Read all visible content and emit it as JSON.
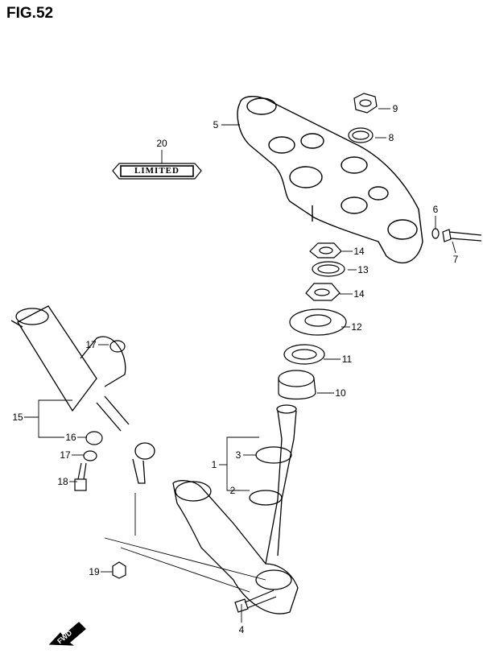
{
  "figure": {
    "title": "FIG.52",
    "badge_text": "LIMITED",
    "direction_icon_text": "FWD",
    "callouts": {
      "c20": "20",
      "c5": "5",
      "c9": "9",
      "c8": "8",
      "c6": "6",
      "c7": "7",
      "c14a": "14",
      "c13": "13",
      "c14b": "14",
      "c12": "12",
      "c11": "11",
      "c10": "10",
      "c17a": "17",
      "c15": "15",
      "c16": "16",
      "c17b": "17",
      "c18": "18",
      "c1": "1",
      "c3": "3",
      "c2": "2",
      "c19": "19",
      "c4": "4"
    }
  }
}
